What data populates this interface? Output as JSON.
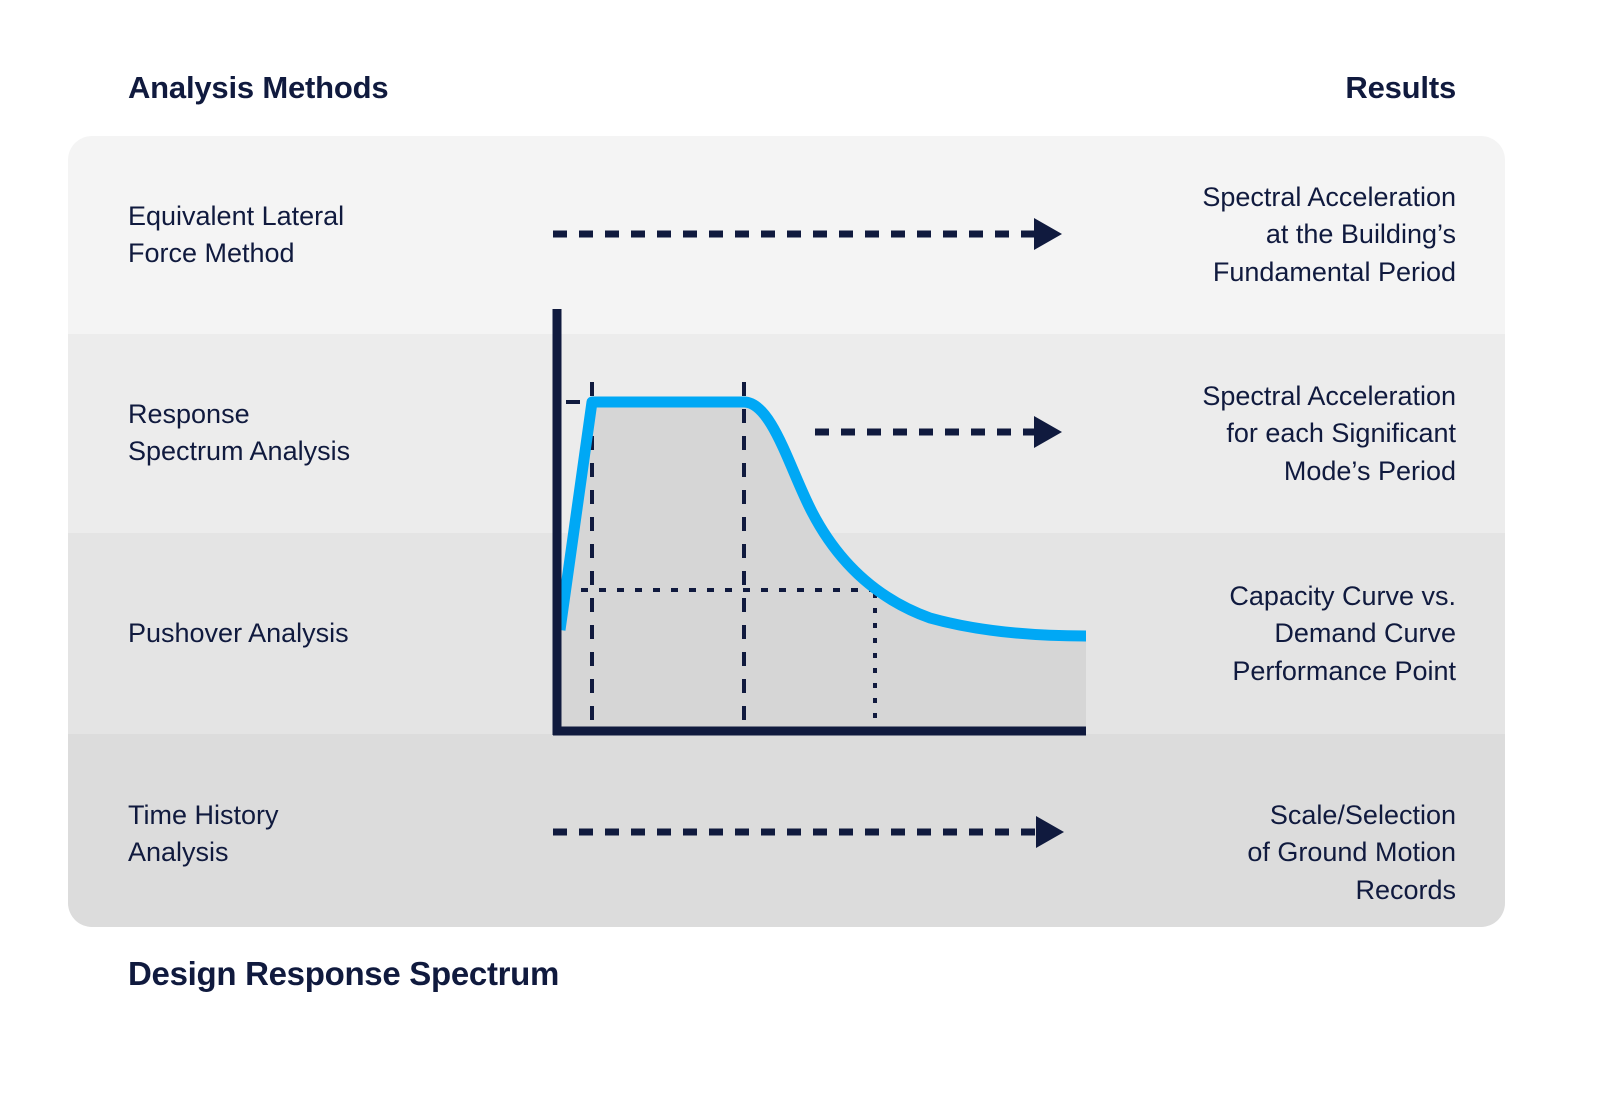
{
  "header": {
    "left": "Analysis Methods",
    "right": "Results"
  },
  "caption": "Design Response Spectrum",
  "colors": {
    "navy": "#101a3e",
    "curve_blue": "#00a8f5",
    "fill_gray": "#d6d6d6",
    "band_0": "#f4f4f4",
    "band_1": "#ececec",
    "band_2": "#e4e4e4",
    "band_3": "#dcdcdc",
    "page_background": "#ffffff"
  },
  "rows": [
    {
      "method": "Equivalent Lateral Force Method",
      "method_lines": [
        "Equivalent Lateral",
        "Force Method"
      ],
      "result": "Spectral Acceleration at the Building’s Fundamental Period",
      "result_lines": [
        "Spectral Acceleration",
        "at the Building’s",
        "Fundamental Period"
      ],
      "arrow": "dashed-arrow-right"
    },
    {
      "method": "Response Spectrum Analysis",
      "method_lines": [
        "Response",
        "Spectrum Analysis"
      ],
      "result": "Spectral Acceleration for each Significant Mode’s Period",
      "result_lines": [
        "Spectral Acceleration",
        "for each Significant",
        "Mode’s Period"
      ],
      "arrow": "dashed-arrow-right"
    },
    {
      "method": "Pushover Analysis",
      "method_lines": [
        "Pushover Analysis"
      ],
      "result": "Capacity Curve vs. Demand Curve Performance Point",
      "result_lines": [
        "Capacity Curve vs.",
        "Demand Curve",
        "Performance Point"
      ],
      "arrow": "none"
    },
    {
      "method": "Time History Analysis",
      "method_lines": [
        "Time History",
        "Analysis"
      ],
      "result": "Scale/Selection of Ground Motion Records",
      "result_lines": [
        "Scale/Selection",
        "of Ground Motion",
        "Records"
      ],
      "arrow": "dashed-arrow-right"
    }
  ],
  "chart_data": {
    "type": "line",
    "title": "Design Response Spectrum",
    "xlabel": "",
    "ylabel": "",
    "grid": false,
    "legend": false,
    "series": [
      {
        "name": "Design Response Spectrum",
        "color": "#00a8f5",
        "description": "Code design spectrum: linear ramp from origin region to plateau, constant plateau, then 1/T decay branch",
        "points": [
          {
            "x": 0.0,
            "y": 0.3
          },
          {
            "x": 0.07,
            "y": 1.0
          },
          {
            "x": 0.38,
            "y": 1.0
          },
          {
            "x": 0.45,
            "y": 0.86
          },
          {
            "x": 0.55,
            "y": 0.7
          },
          {
            "x": 0.65,
            "y": 0.58
          },
          {
            "x": 0.75,
            "y": 0.48
          },
          {
            "x": 0.85,
            "y": 0.4
          },
          {
            "x": 0.92,
            "y": 0.35
          },
          {
            "x": 1.0,
            "y": 0.3
          }
        ]
      }
    ],
    "area_fill": {
      "color": "#d6d6d6",
      "under_series": "Design Response Spectrum"
    },
    "guides": [
      {
        "kind": "vertical-dashed",
        "x": 0.07,
        "label": ""
      },
      {
        "kind": "vertical-dashed",
        "x": 0.38,
        "label": ""
      },
      {
        "kind": "vertical-dotted",
        "x": 0.62,
        "label": ""
      },
      {
        "kind": "horizontal-dotted",
        "y": 0.55,
        "label": ""
      },
      {
        "kind": "y-axis-tick",
        "y": 1.0,
        "label": ""
      }
    ],
    "axes": {
      "x_range": [
        0,
        1
      ],
      "y_range": [
        0,
        1.18
      ],
      "x_axis_color": "#101a3e",
      "y_axis_color": "#101a3e"
    }
  }
}
